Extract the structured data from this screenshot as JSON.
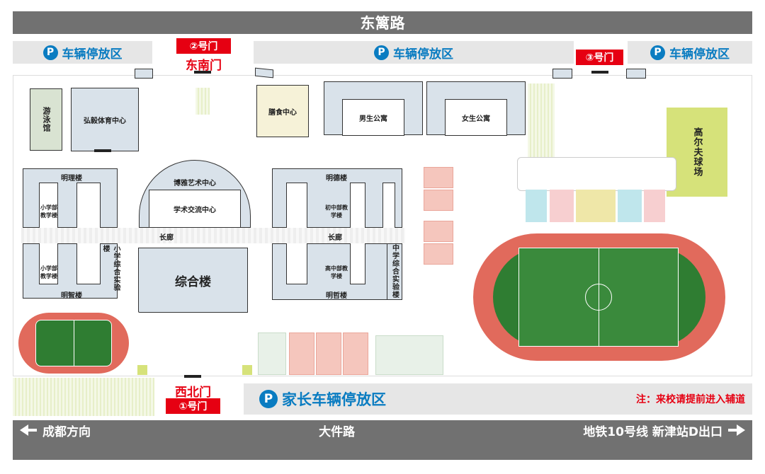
{
  "roads": {
    "north": "东篱路",
    "south": "大件路",
    "west_dir": "成都方向",
    "east_dir": "地铁10号线 新津站D出口"
  },
  "parking": {
    "p_icon": "P",
    "left": "车辆停放区",
    "center": "车辆停放区",
    "right": "车辆停放区",
    "parent": "家长车辆停放区"
  },
  "gates": {
    "gate2": "②号门",
    "gate2_name": "东南门",
    "gate3": "③号门",
    "gate1": "①号门",
    "gate1_name": "西北门"
  },
  "notice": "注：来校请提前进入辅道",
  "buildings": {
    "swimming": "游泳馆",
    "gym": "弘毅体育中心",
    "canteen": "膳食中心",
    "male_dorm": "男生公寓",
    "female_dorm": "女生公寓",
    "golf": "高尔夫球场",
    "mingli": "明理楼",
    "boya": "博雅艺术中心",
    "academic": "学术交流中心",
    "mingde": "明德楼",
    "primary_teach_1": "小学部教学楼",
    "junior_teach": "初中部教学楼",
    "corridor_left": "长廊",
    "corridor_right": "长廊",
    "primary_lab": "小学综合实验楼",
    "primary_teach_2": "小学部教学楼",
    "zonghe": "综合楼",
    "senior_teach": "高中部教学楼",
    "middle_lab": "中学综合实验楼",
    "mingzhi_left": "明智楼",
    "mingzhi_right": "明哲楼"
  },
  "colors": {
    "road": "#717171",
    "parking_text": "#0a7cc1",
    "gate": "#e60012",
    "building": "#d9e2ea",
    "track": "#e16a5c",
    "field": "#2f7d32",
    "golf": "#d6e27a"
  }
}
